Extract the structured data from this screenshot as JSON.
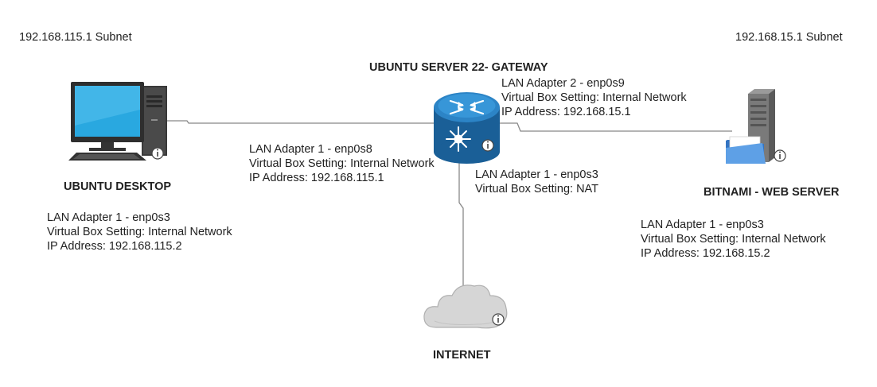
{
  "subnets": {
    "left": "192.168.115.1 Subnet",
    "right": "192.168.15.1 Subnet"
  },
  "nodes": {
    "desktop": {
      "title": "UBUNTU DESKTOP",
      "lines": [
        "LAN Adapter 1 - enp0s3",
        "Virtual Box Setting: Internal Network",
        "IP Address: 192.168.115.2"
      ]
    },
    "gateway": {
      "title": "UBUNTU SERVER 22- GATEWAY",
      "lan2_lines": [
        "LAN Adapter 2 - enp0s9",
        "Virtual Box Setting: Internal Network",
        "IP Address: 192.168.15.1"
      ],
      "lan1_internal_lines": [
        "LAN Adapter 1 - enp0s8",
        "Virtual Box Setting: Internal Network",
        "IP Address: 192.168.115.1"
      ],
      "nat_lines": [
        "LAN Adapter 1 - enp0s3",
        "Virtual Box Setting: NAT"
      ]
    },
    "webserver": {
      "title": "BITNAMI - WEB SERVER",
      "lines": [
        "LAN Adapter 1 - enp0s3",
        "Virtual Box Setting: Internal Network",
        "IP Address: 192.168.15.2"
      ]
    },
    "internet": {
      "title": "INTERNET"
    }
  },
  "colors": {
    "router": "#1f6fae",
    "monitor_screen": "#29a8e0",
    "tower": "#3a3a3a",
    "cloud": "#d4d4d4",
    "folder": "#4d8fd6",
    "connector": "#888888"
  },
  "icons": [
    "computer-icon",
    "router-icon",
    "server-icon",
    "folder-icon",
    "cloud-icon",
    "info-icon"
  ]
}
